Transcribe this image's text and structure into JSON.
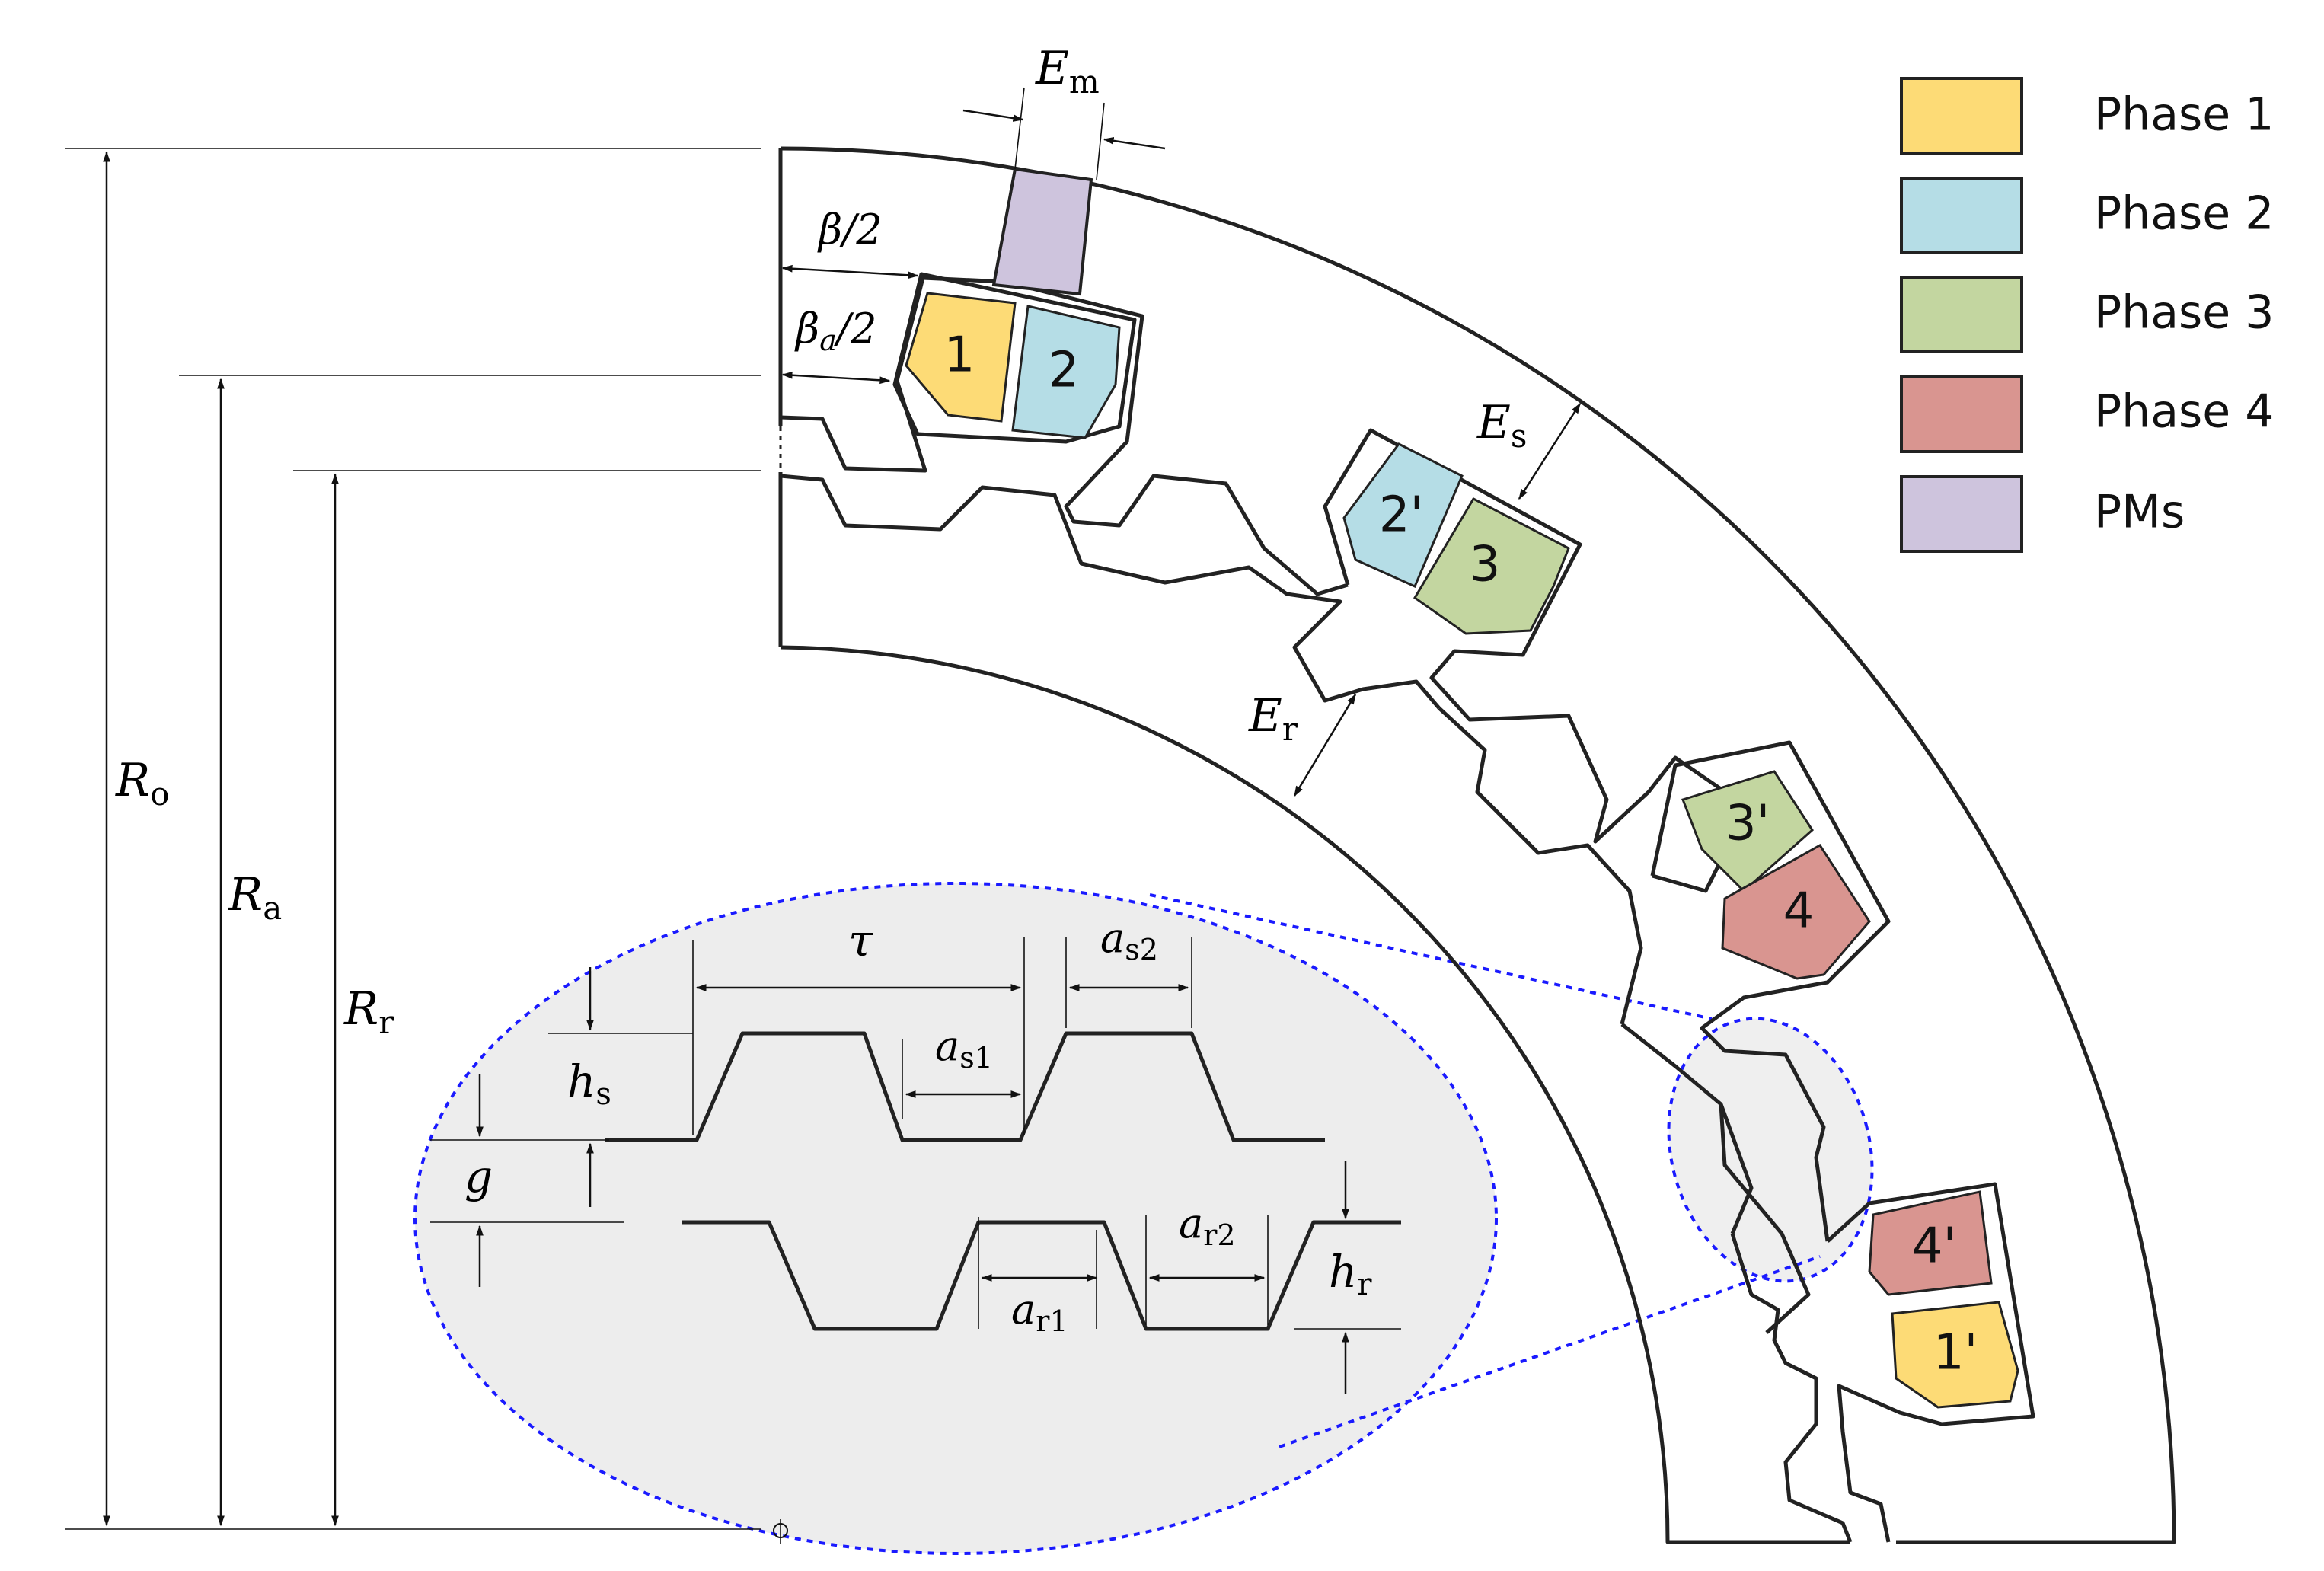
{
  "legend": {
    "items": [
      {
        "label": "Phase 1",
        "color": "#FDDB76"
      },
      {
        "label": "Phase 2",
        "color": "#B5DDE6"
      },
      {
        "label": "Phase 3",
        "color": "#C3D6A0"
      },
      {
        "label": "Phase 4",
        "color": "#D99590"
      },
      {
        "label": "PMs",
        "color": "#CEC4DD"
      }
    ]
  },
  "coils": {
    "c1": "1",
    "c2": "2",
    "c2p": "2'",
    "c3": "3",
    "c3p": "3'",
    "c4": "4",
    "c4p": "4'",
    "c1p": "1'"
  },
  "dimensions": {
    "Ro": {
      "main": "R",
      "sub": "o"
    },
    "Ra": {
      "main": "R",
      "sub": "a"
    },
    "Rr": {
      "main": "R",
      "sub": "r"
    },
    "Em": {
      "main": "E",
      "sub": "m"
    },
    "Es": {
      "main": "E",
      "sub": "s"
    },
    "Er": {
      "main": "E",
      "sub": "r"
    },
    "beta_half": "β/2",
    "beta_a_half": {
      "main": "β",
      "sub": "a",
      "rest": "/2"
    }
  },
  "detail": {
    "tau": "τ",
    "as1": {
      "main": "a",
      "sub": "s1"
    },
    "as2": {
      "main": "a",
      "sub": "s2"
    },
    "ar1": {
      "main": "a",
      "sub": "r1"
    },
    "ar2": {
      "main": "a",
      "sub": "r2"
    },
    "hs": {
      "main": "h",
      "sub": "s"
    },
    "hr": {
      "main": "h",
      "sub": "r"
    },
    "g": "g"
  },
  "colors": {
    "outline": "#222222",
    "zoom_ellipse": "#1a1aff",
    "zoom_fill": "#EDEDED"
  }
}
